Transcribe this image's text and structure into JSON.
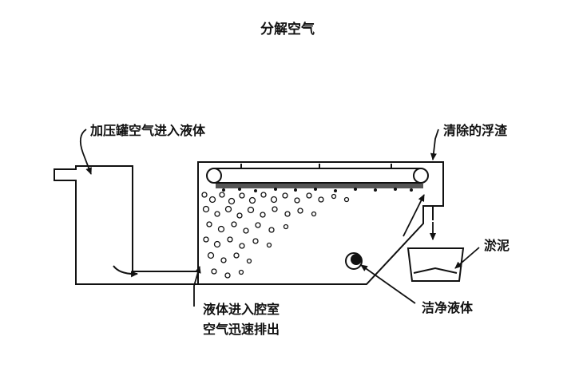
{
  "title": "分解空气",
  "labels": {
    "pressurized_air": "加压罐空气进入液体",
    "skimmed_scum": "清除的浮渣",
    "sludge": "淤泥",
    "clean_liquid": "洁净液体",
    "chamber_line1": "液体进入腔室",
    "chamber_line2": "空气迅速排出"
  },
  "colors": {
    "stroke": "#111111",
    "background": "#ffffff"
  }
}
